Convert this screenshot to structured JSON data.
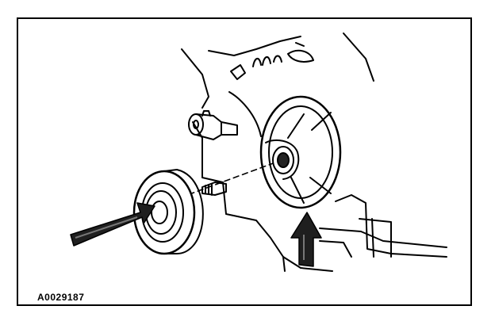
{
  "figure": {
    "id_label": "A0029187",
    "callouts": [
      "arrow-to-pulley-seal",
      "arrow-to-housing-seal-bore"
    ]
  },
  "colors": {
    "ink": "#000000",
    "paper": "#ffffff",
    "shade": "#2a2a2a"
  }
}
